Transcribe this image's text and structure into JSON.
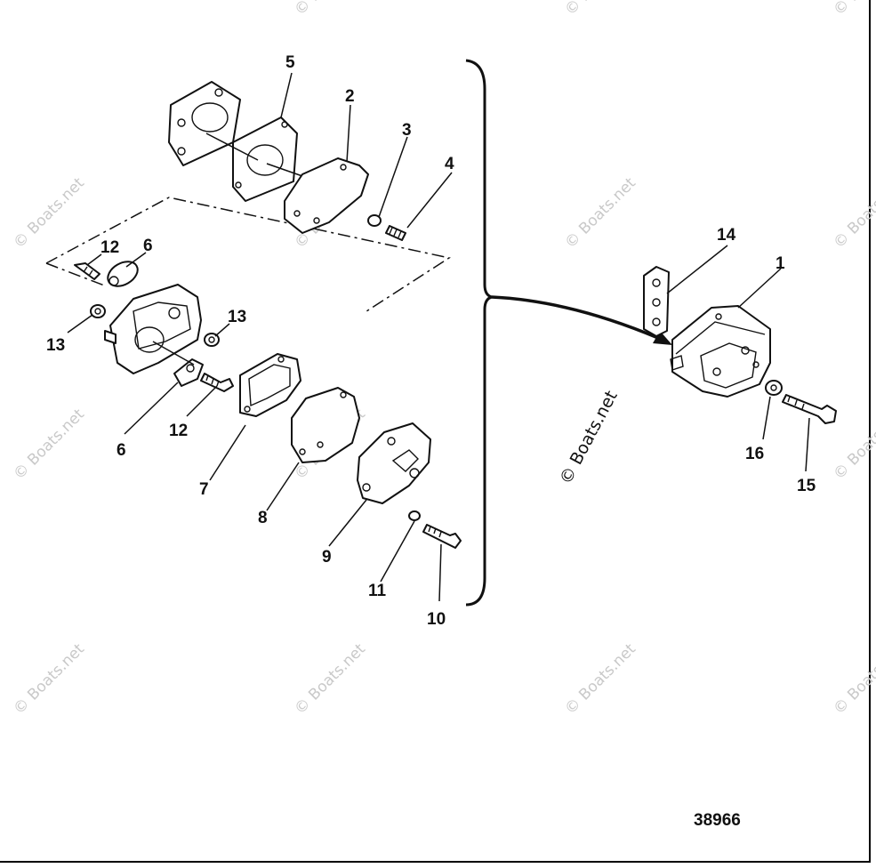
{
  "diagram": {
    "drawing_number": "38966",
    "watermark_text": "© Boats.net",
    "callouts": {
      "c1": "1",
      "c2": "2",
      "c3": "3",
      "c4": "4",
      "c5": "5",
      "c6a": "6",
      "c6b": "6",
      "c7": "7",
      "c8": "8",
      "c9": "9",
      "c10": "10",
      "c11": "11",
      "c12a": "12",
      "c12b": "12",
      "c13a": "13",
      "c13b": "13",
      "c14": "14",
      "c15": "15",
      "c16": "16"
    }
  }
}
